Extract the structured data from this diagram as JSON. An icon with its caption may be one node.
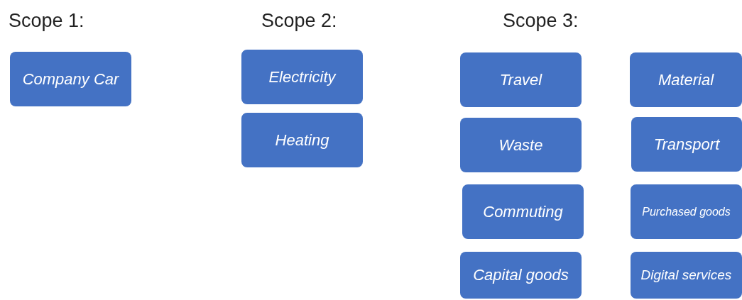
{
  "diagram": {
    "nodes": [
      {
        "text": [
          "Company Car"
        ]
      },
      {
        "text": [
          "Electricity"
        ]
      },
      {
        "text": [
          "Heating"
        ]
      },
      {
        "text": [
          "Travel"
        ]
      },
      {
        "text": [
          "Waste"
        ]
      },
      {
        "text": [
          "Commuting"
        ]
      },
      {
        "text": [
          "Capital goods"
        ]
      },
      {
        "text": [
          "Material"
        ]
      },
      {
        "text": [
          "Transport"
        ]
      },
      {
        "text": [
          "Purchased goods"
        ]
      },
      {
        "text": [
          "Digital services"
        ]
      }
    ],
    "labels": [
      "Scope 1:",
      "Scope 2:",
      "Scope 3:"
    ]
  }
}
